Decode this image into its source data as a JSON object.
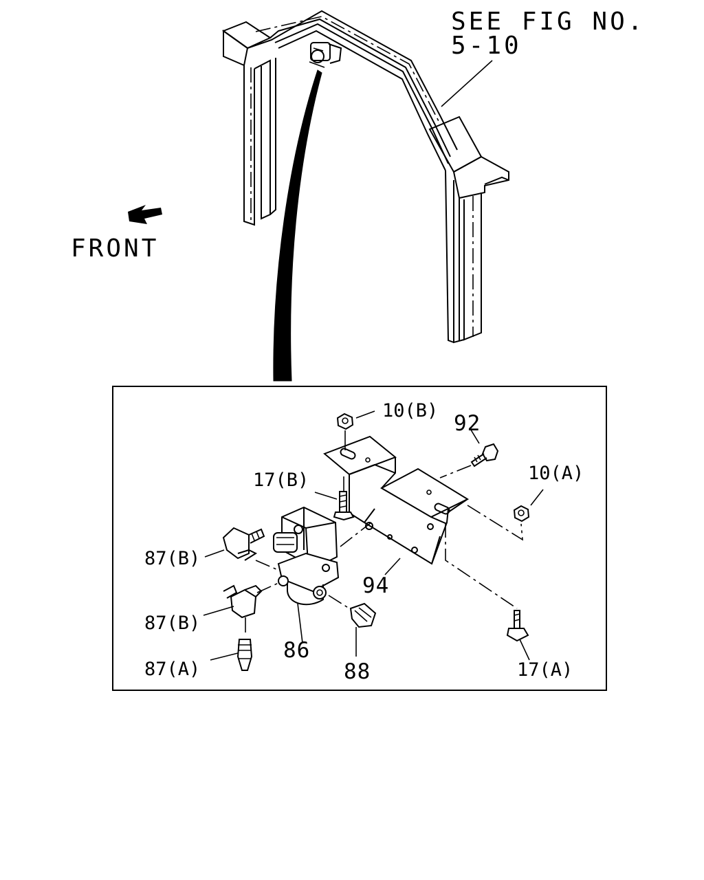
{
  "reference": {
    "line1": "SEE FIG NO.",
    "line2": "5-10"
  },
  "direction_label": "FRONT",
  "callouts": {
    "p10b": "10(B)",
    "p92": "92",
    "p10a": "10(A)",
    "p17b": "17(B)",
    "p87b_upper": "87(B)",
    "p94": "94",
    "p87b_lower": "87(B)",
    "p86": "86",
    "p87a": "87(A)",
    "p88": "88",
    "p17a": "17(A)"
  },
  "icons": {
    "front_arrow": "front-arrow-icon"
  }
}
